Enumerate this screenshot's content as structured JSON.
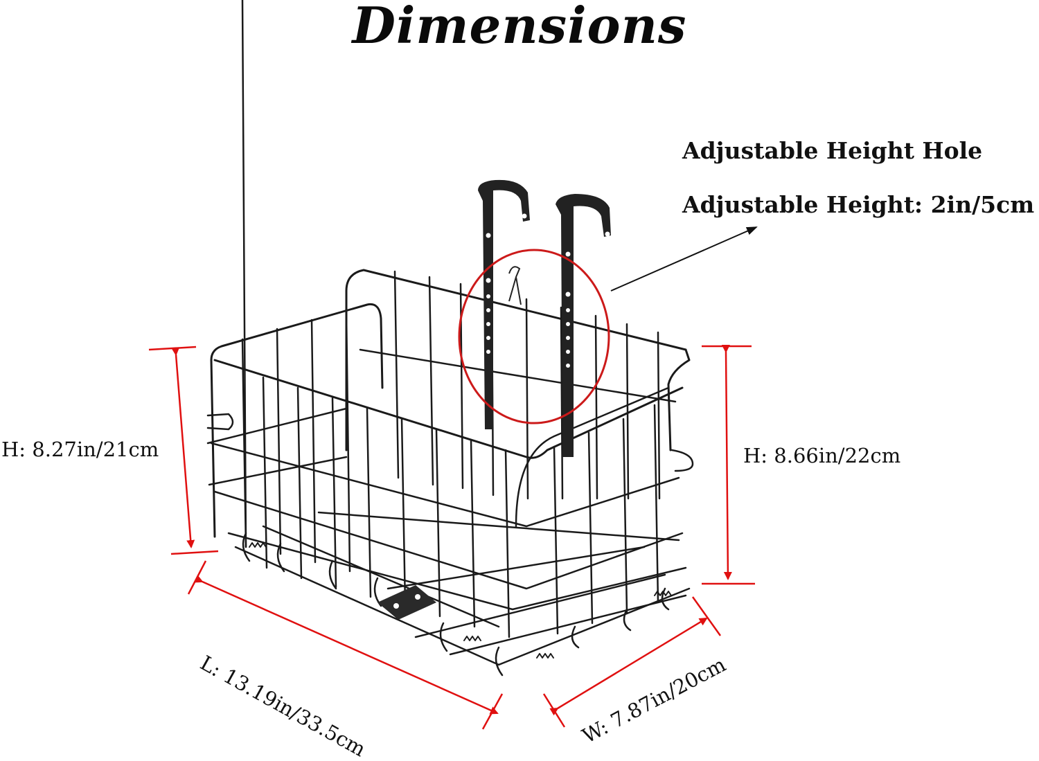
{
  "title": "Dimensions",
  "callout": {
    "line1": "Adjustable Height Hole",
    "line2": "Adjustable Height: 2in/5cm"
  },
  "dimensions": {
    "height_left": "H: 8.27in/21cm",
    "height_right": "H: 8.66in/22cm",
    "length": "L: 13.19in/33.5cm",
    "width": "W: 7.87in/20cm"
  },
  "colors": {
    "dimension_line": "#e01010",
    "highlight_circle": "#cc1a1a",
    "wire": "#1a1a1a",
    "background": "#ffffff"
  },
  "product": {
    "name": "folding-wire-bicycle-basket",
    "highlight": "adjustable-height-hole"
  }
}
